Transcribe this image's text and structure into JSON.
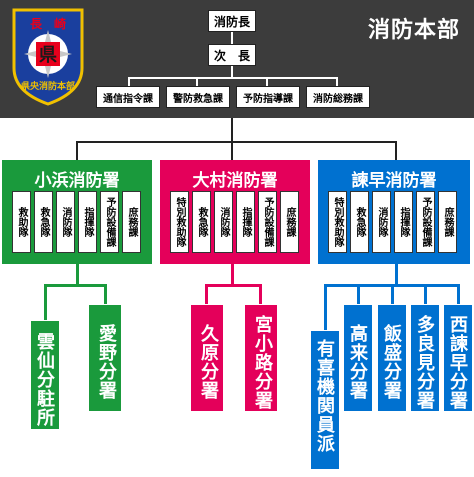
{
  "hq": {
    "title": "消防本部",
    "chief": "消防長",
    "deputy": "次　長",
    "sections": [
      "通信指令課",
      "警防救急課",
      "予防指導課",
      "消防総務課"
    ],
    "emblem": {
      "top_text": "長　崎",
      "center_char": "県",
      "bottom_text": "県央消防本部"
    }
  },
  "stations": [
    {
      "name": "小浜消防署",
      "color": "#1a9a3c",
      "divisions": [
        "救助隊",
        "救急隊",
        "消防隊",
        "指揮隊",
        "予防設備課",
        "庶務課"
      ],
      "substations": [
        "雲仙分駐所",
        "愛野分署"
      ]
    },
    {
      "name": "大村消防署",
      "color": "#e4005a",
      "divisions": [
        "特別救助隊",
        "救急隊",
        "消防隊",
        "指揮隊",
        "予防設備課",
        "庶務課"
      ],
      "substations": [
        "久原分署",
        "宮小路分署"
      ]
    },
    {
      "name": "諫早消防署",
      "color": "#0071d0",
      "divisions": [
        "特別救助隊",
        "救急隊",
        "消防隊",
        "指揮隊",
        "予防設備課",
        "庶務課"
      ],
      "substations": [
        "有喜機関員派出所",
        "高来分署",
        "飯盛分署",
        "多良見分署",
        "西諫早分署"
      ]
    }
  ]
}
